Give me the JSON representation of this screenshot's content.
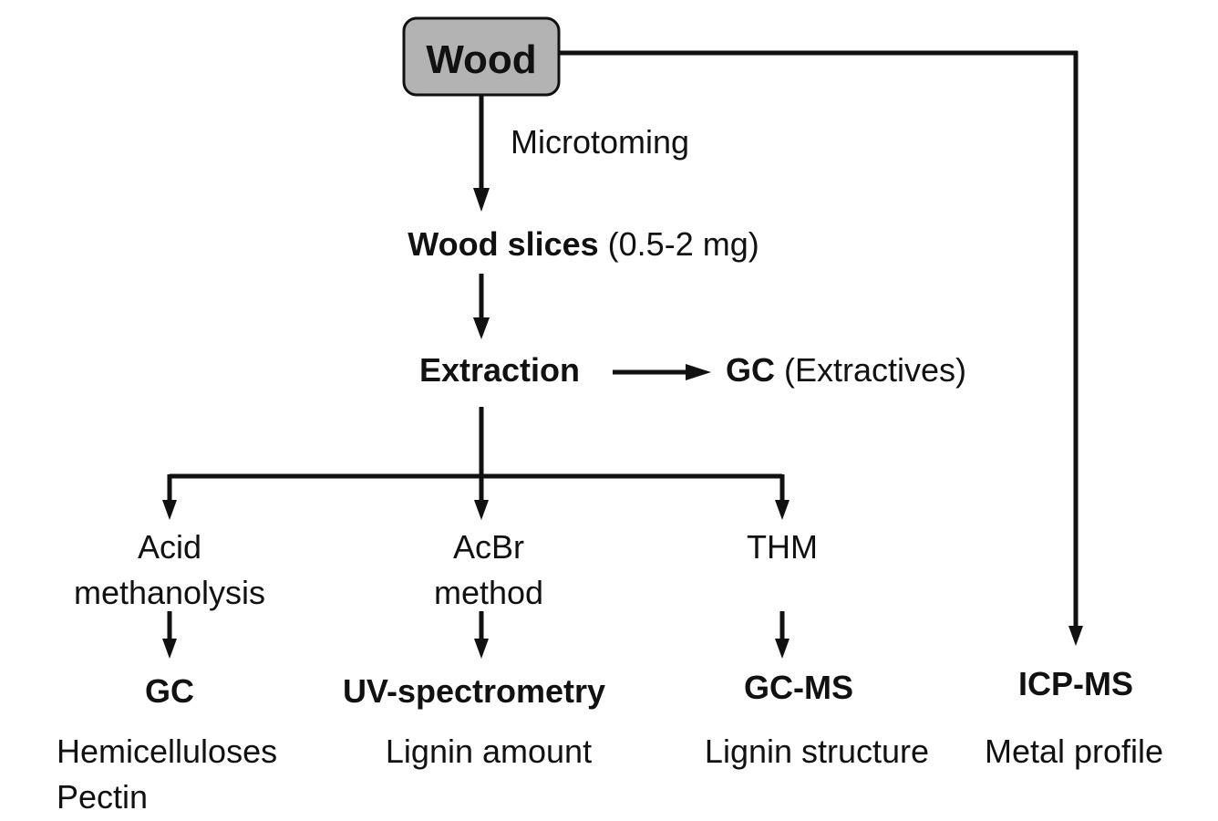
{
  "nodes": {
    "wood": {
      "label": "Wood",
      "fill": "#b3b3b3"
    },
    "microtoming": {
      "label": "Microtoming"
    },
    "wood_slices": {
      "label": "Wood slices",
      "note": " (0.5-2 mg)"
    },
    "extraction": {
      "label": "Extraction"
    },
    "gc_extractives": {
      "label": "GC",
      "note": " (Extractives)"
    },
    "acid_methanolysis": {
      "line1": "Acid",
      "line2": "methanolysis"
    },
    "acbr_method": {
      "line1": "AcBr",
      "line2": "method"
    },
    "thm": {
      "label": "THM"
    },
    "gc": {
      "label": "GC",
      "result1": "Hemicelluloses",
      "result2": "Pectin"
    },
    "uv": {
      "label": "UV-spectrometry",
      "result1": "Lignin amount"
    },
    "gcms": {
      "label": "GC-MS",
      "result1": "Lignin structure"
    },
    "icpms": {
      "label": "ICP-MS",
      "result1": "Metal profile"
    }
  }
}
